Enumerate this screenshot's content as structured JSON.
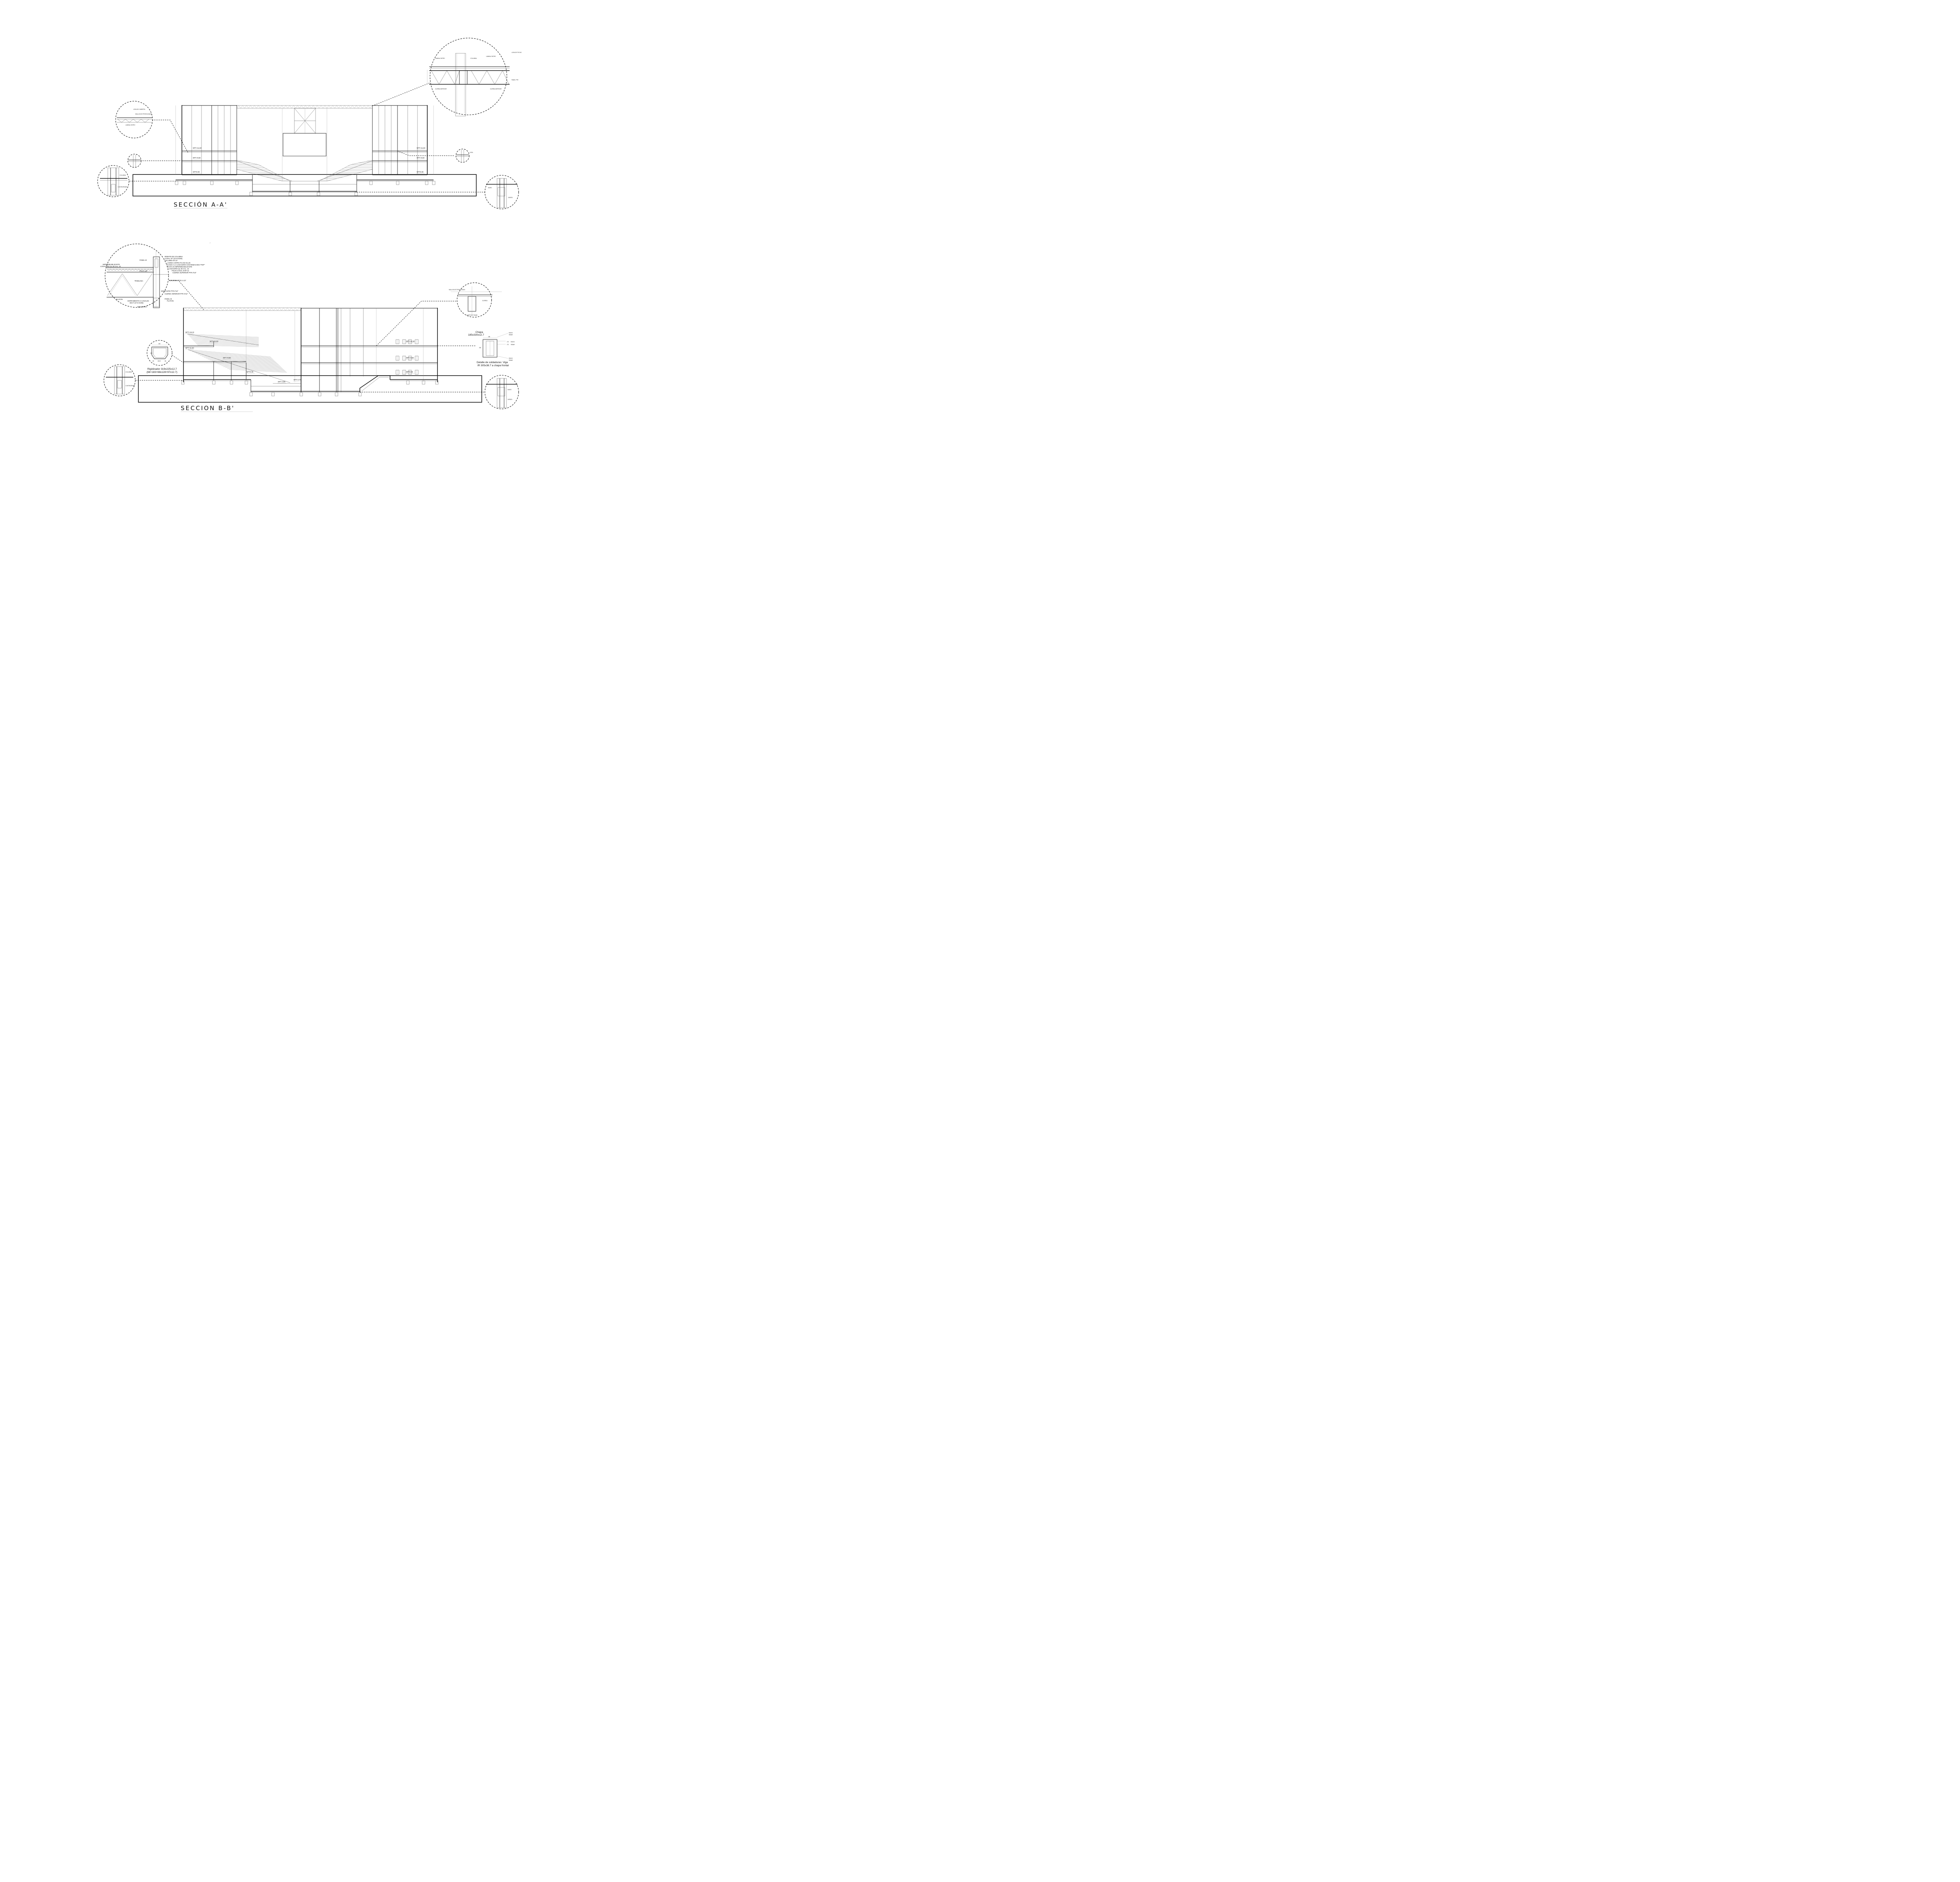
{
  "sections": {
    "a": {
      "title": "SECCIÓN A-A'",
      "levels": [
        "NPT:+11.50",
        "NPT:+6.50",
        "NPT:0.00"
      ],
      "levels_right": [
        "NPT:+11.50",
        "NPT:+6.50",
        "NPT:0.00"
      ]
    },
    "b": {
      "title": "SECCION B-B'",
      "levels_left": [
        "NPT:+16.10",
        "NPT:+11.50",
        "NPT:+11.50",
        "NPT:+6.50",
        "NPT:0.00",
        "NPT:-4.80",
        "NPT:-0.70"
      ],
      "levels_right": [
        "NPT:+11.50",
        "NPT:+6.50",
        "NPT:0.00"
      ]
    }
  },
  "details": {
    "roof_detail_labels": [
      "IMPERMEABILIZANTE",
      "LOSACERO QL 36 CAL. 24",
      "PANEL W",
      "REMATE DE COLUMNA",
      "CANAL 10\" (22.9 KG/M)",
      "COLUMNA IR 10\"",
      "LAMINA CINTRO PLANA No.26",
      "FIJADA A LA LOSACERO CON REMACHES \"POP\"",
      "CHAFLAN IMPERMEABILIZANTE",
      "LOSACERO QL 36 CAL. 24",
      "POLIN CANAL 8 MT-12",
      "CUERDA SUPERIOR PTR 3\"x3\"",
      "PTR 2 1/2\"",
      "TRIDILOSA",
      "DIAGONAL PTR 2 1/2\"",
      "MONTANTE PTR 3\"x2\"",
      "CUERDA INFERIOR PTR 3\"x2\"",
      "PLAFON",
      "CERRAMIENTO 2 CANALES",
      "DE 6\" (27.9 KG/M)",
      "PANEL W",
      "PLAFON",
      "TABLAROCA"
    ],
    "stiffener": {
      "caption_line1": "Rigidizador 319x225x12.7",
      "caption_line2": "(68+183+68x128+97x12.7)",
      "dim_top": "320",
      "dim_side": "225",
      "dim_bottom": [
        "68",
        "183.9",
        "68"
      ]
    },
    "weld": {
      "plate_label": "Chapa",
      "plate_dims": "185x330x12.7",
      "dim_top": "185",
      "dim_side": "330",
      "caption_line1": "Detalle de soldaduras: Viga",
      "caption_line2": "IR 305x38.7 a chapa frontal",
      "weld_marks": [
        "E60XX",
        "SMAW",
        "271",
        "271",
        "E60XX",
        "SMAW",
        "E60XX",
        "SMAW"
      ]
    }
  }
}
